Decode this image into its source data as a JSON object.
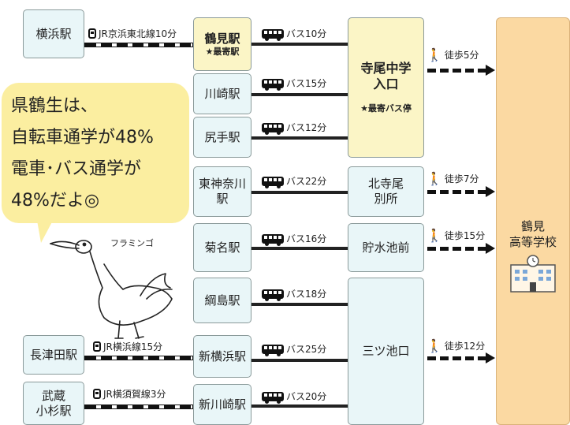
{
  "stations_left": {
    "yokohama": "横浜駅",
    "nagatsuta": "長津田駅",
    "musashi_kosugi": "武蔵\n小杉駅"
  },
  "train_lines": {
    "keihin_tohoku": "JR京浜東北線10分",
    "yokohama_line": "JR横浜線15分",
    "yokosuka_line": "JR横須賀線3分"
  },
  "stations": {
    "tsurumi": "鶴見駅",
    "tsurumi_note": "★最寄駅",
    "kawasaki": "川崎駅",
    "shiriteh": "尻手駅",
    "higashi_kanagawa": "東神奈川\n駅",
    "kikuna": "菊名駅",
    "tsunashima": "綱島駅",
    "shin_yokohama": "新横浜駅",
    "shin_kawasaki": "新川崎駅"
  },
  "bus_labels": {
    "tsurumi": "バス10分",
    "kawasaki": "バス15分",
    "shiriteh": "バス12分",
    "higashi_kanagawa": "バス22分",
    "kikuna": "バス16分",
    "tsunashima": "バス18分",
    "shin_yokohama": "バス25分",
    "shin_kawasaki": "バス20分"
  },
  "bus_stops": {
    "teraochu": "寺尾中学\n入口",
    "teraochu_note": "★最寄バス停",
    "kitaterao": "北寺尾\n別所",
    "chosuichi": "貯水池前",
    "mitsuike": "三ツ池口"
  },
  "walk_labels": {
    "teraochu": "徒歩5分",
    "kitaterao": "徒歩7分",
    "chosuichi": "徒歩15分",
    "mitsuike": "徒歩12分"
  },
  "school": {
    "name": "鶴見\n高等学校"
  },
  "speech_bubble": {
    "line1": "県鶴生は、",
    "line2": "自転車通学が48%",
    "line3": "電車･バス通学が",
    "line4": "48%だよ◎"
  },
  "mascot": {
    "name": "フラミンゴ"
  }
}
